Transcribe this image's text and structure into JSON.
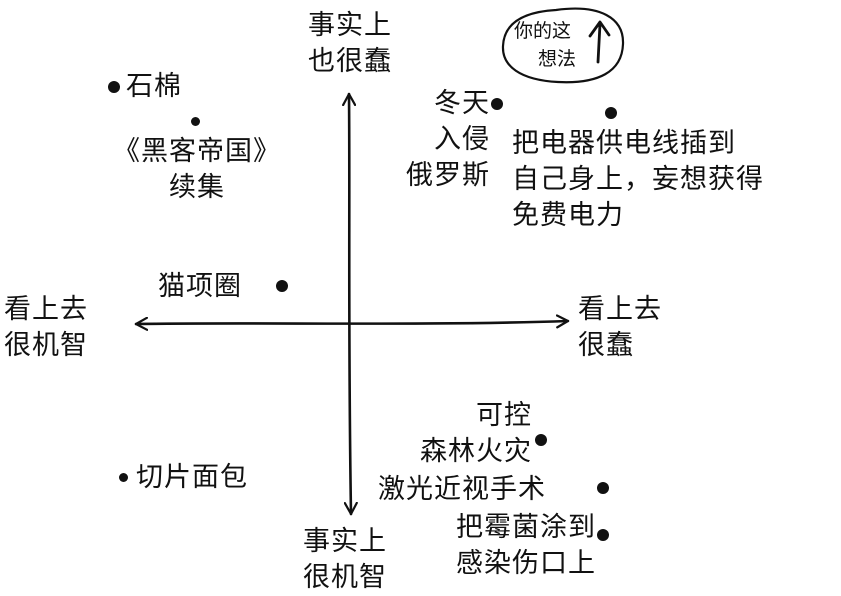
{
  "axes": {
    "top": "事实上\n也很蠢",
    "bottom": "事实上\n很机智",
    "left": "看上去\n很机智",
    "right": "看上去\n很蠢"
  },
  "badge": {
    "line1": "你的这",
    "line2": "想法"
  },
  "items": {
    "asbestos": "石棉",
    "sequel": "《黑客帝国》\n续集",
    "winter": "冬天\n入侵\n俄罗斯",
    "power": "把电器供电线插到\n自己身上，妄想获得\n免费电力",
    "catcollar": "猫项圈",
    "forestfire": "可控\n森林火灾",
    "lasik": "激光近视手术",
    "mold": "把霉菌涂到\n感染伤口上",
    "slicedbread": "切片面包"
  }
}
